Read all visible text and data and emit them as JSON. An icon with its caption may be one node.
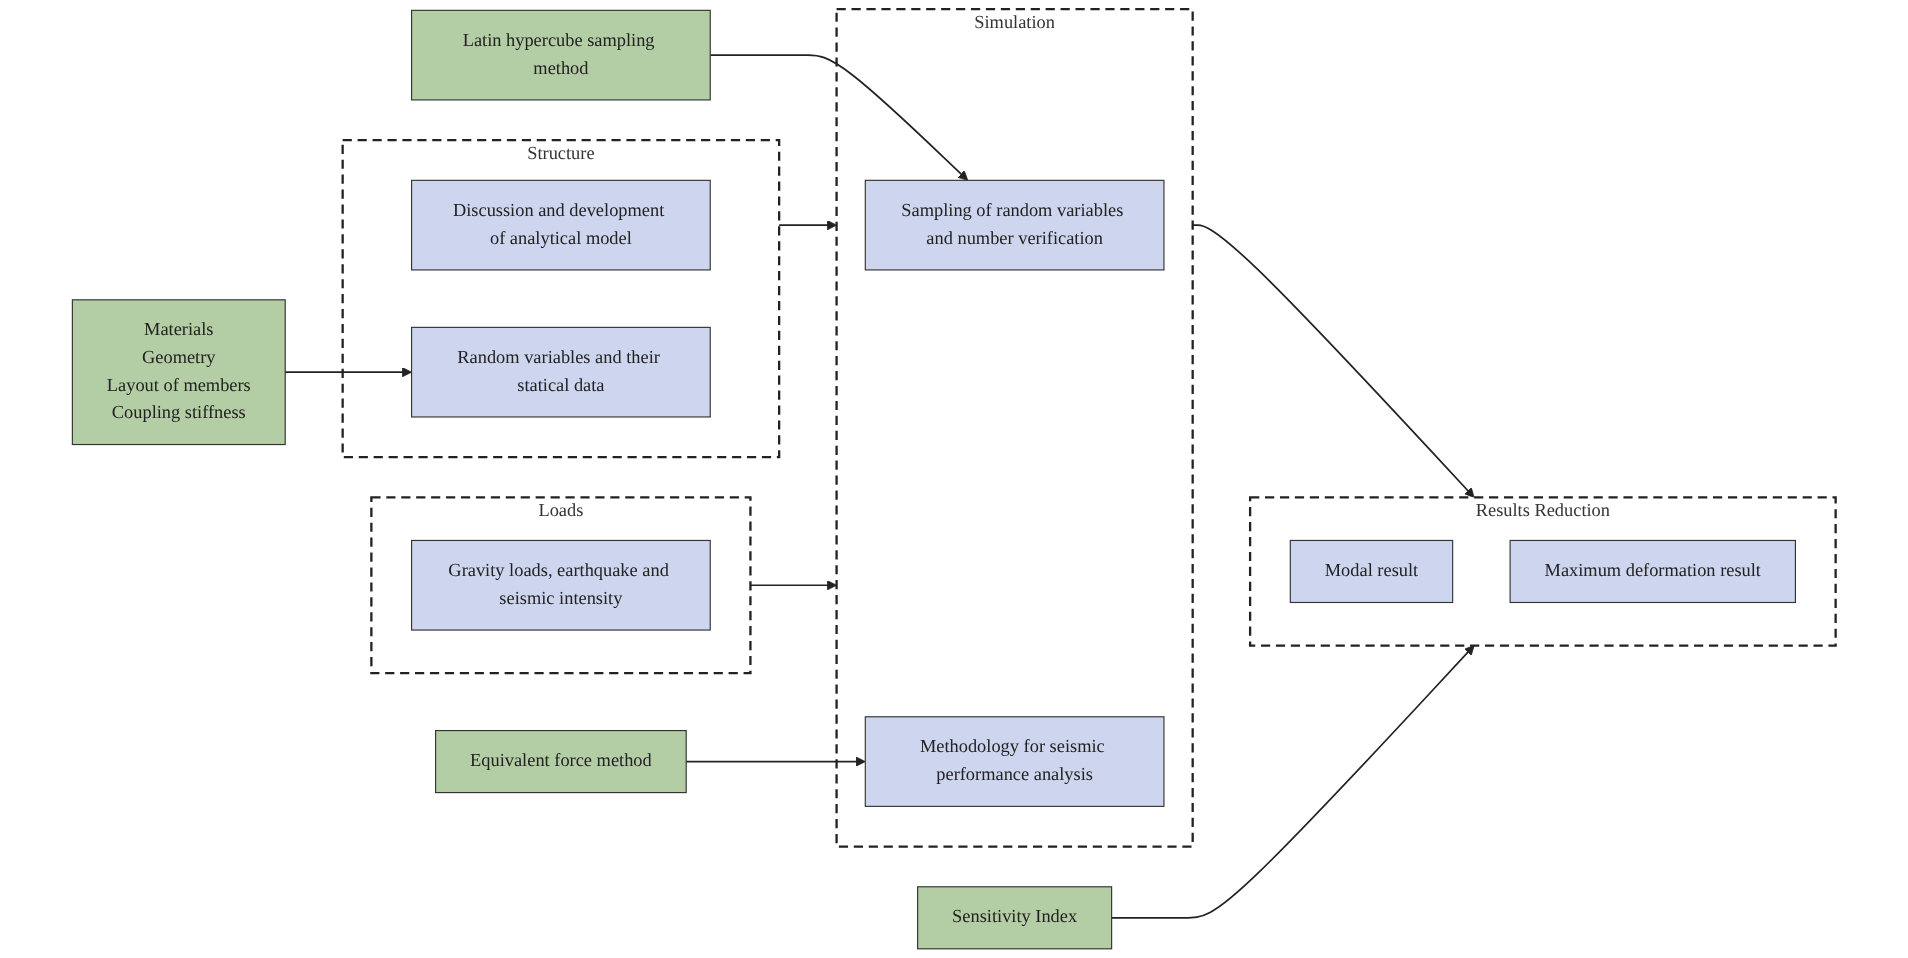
{
  "diagram": {
    "nodes": [
      {
        "text": [
          "Structure"
        ]
      },
      {
        "text": [
          "Discussion and development of analytical model"
        ],
        "in": 0
      },
      {
        "text": [
          "Random variables and their statical data"
        ],
        "in": 0
      },
      {
        "text": [
          "Simulation"
        ]
      },
      {
        "text": [
          "Sampling of random variables and number verification"
        ],
        "in": 3
      },
      {
        "text": [
          "Methodology for seismic performance analysis"
        ],
        "in": 3
      },
      {
        "text": [
          "Loads"
        ]
      },
      {
        "text": [
          "Gravity loads, earthquake and seismic intensity"
        ],
        "in": 6
      },
      {
        "text": [
          "Results Reduction"
        ]
      },
      {
        "text": [
          "Modal result"
        ],
        "in": 8
      },
      {
        "text": [
          "Maximum deformation result"
        ],
        "in": 8
      },
      {
        "text": [
          "Materials",
          "Geometry",
          "Layout of members",
          "Coupling stiffness"
        ]
      },
      {
        "text": [
          "Latin hypercube sampling method"
        ]
      },
      {
        "text": [
          "Equivalent force method"
        ]
      },
      {
        "text": [
          "Sensitivity Index"
        ]
      }
    ],
    "edges": [
      {
        "from": 11,
        "to": 2,
        "arrow": "to"
      },
      {
        "from": 0,
        "to": 3,
        "arrow": "to"
      },
      {
        "from": 6,
        "to": 3,
        "arrow": "to"
      },
      {
        "from": 12,
        "to": 4,
        "arrow": "to"
      },
      {
        "from": 13,
        "to": 5,
        "arrow": "to"
      },
      {
        "from": 3,
        "to": 8,
        "arrow": "to"
      },
      {
        "from": 14,
        "to": 8,
        "arrow": "to"
      }
    ]
  }
}
